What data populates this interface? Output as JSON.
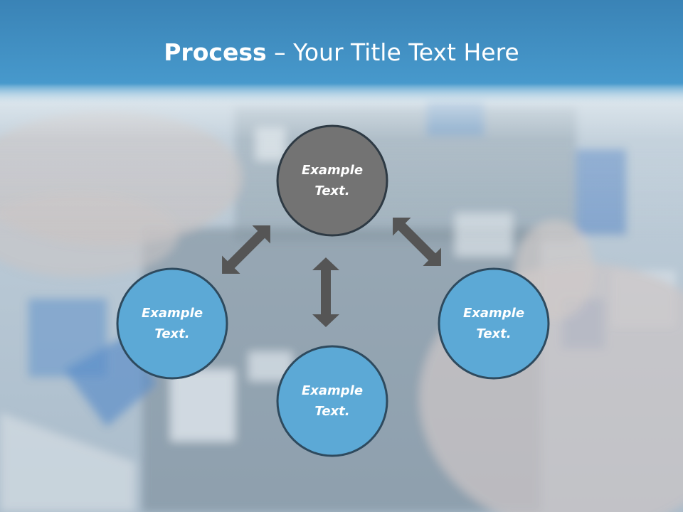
{
  "title": {
    "strong": "Process",
    "rest": " – Your Title Text Here"
  },
  "nodes": [
    {
      "id": "top",
      "line1": "Example",
      "line2": "Text."
    },
    {
      "id": "left",
      "line1": "Example",
      "line2": "Text."
    },
    {
      "id": "bottom",
      "line1": "Example",
      "line2": "Text."
    },
    {
      "id": "right",
      "line1": "Example",
      "line2": "Text."
    }
  ],
  "colors": {
    "title_bar": "#3f8fc2",
    "node_primary": "#737373",
    "node_secondary": "#5ca9d6",
    "node_border": "#2e3a44",
    "arrow": "#555555"
  }
}
